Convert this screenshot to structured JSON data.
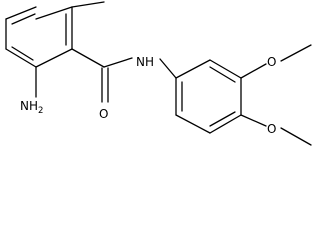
{
  "structure": {
    "atoms": {
      "amine": {
        "symbol": "H",
        "subscript": "2",
        "prefix": "N"
      },
      "amide_nitrogen": {
        "symbol": "N",
        "hydrogen": "H"
      },
      "carbonyl_oxygen": {
        "symbol": "O"
      },
      "methoxy_oxygen_upper": {
        "symbol": "O"
      },
      "methoxy_oxygen_lower": {
        "symbol": "O"
      }
    },
    "colors": {
      "ink": "#000000",
      "background": "#ffffff"
    }
  }
}
